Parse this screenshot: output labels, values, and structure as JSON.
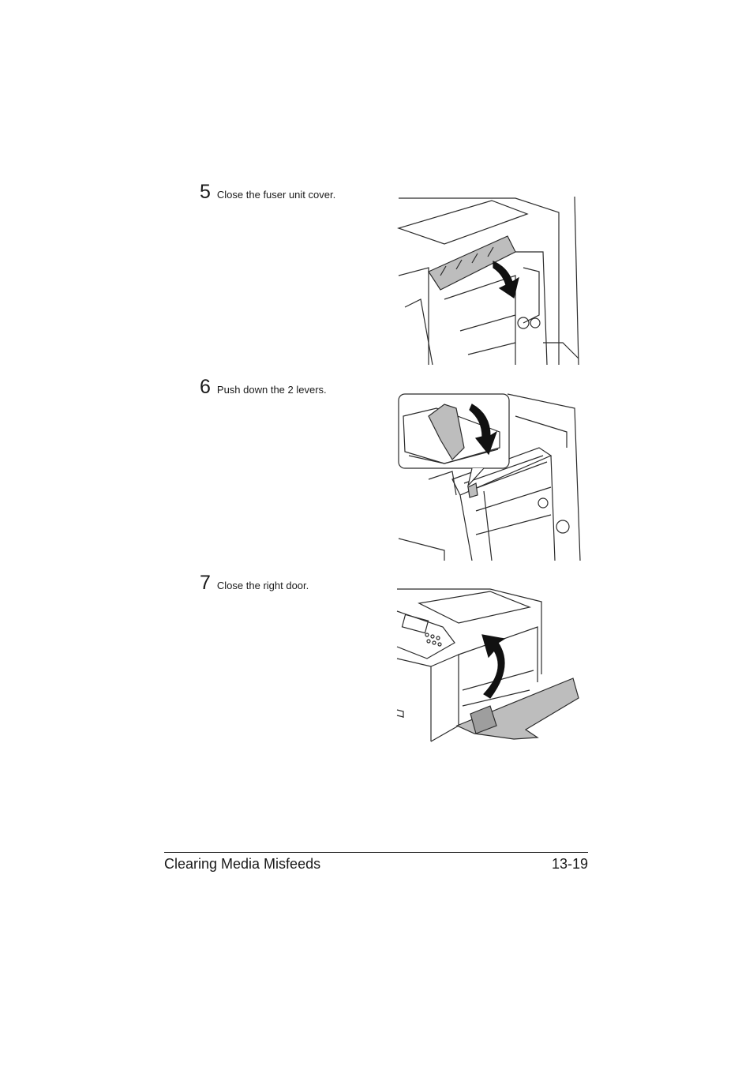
{
  "steps": [
    {
      "number": "5",
      "text": "Close the fuser unit cover."
    },
    {
      "number": "6",
      "text": "Push down the 2 levers."
    },
    {
      "number": "7",
      "text": "Close the right door."
    }
  ],
  "footer": {
    "section_title": "Clearing Media Misfeeds",
    "page_number": "13-19"
  },
  "colors": {
    "line": "#2b2b2b",
    "shade": "#bdbdbd",
    "arrow": "#111111"
  }
}
